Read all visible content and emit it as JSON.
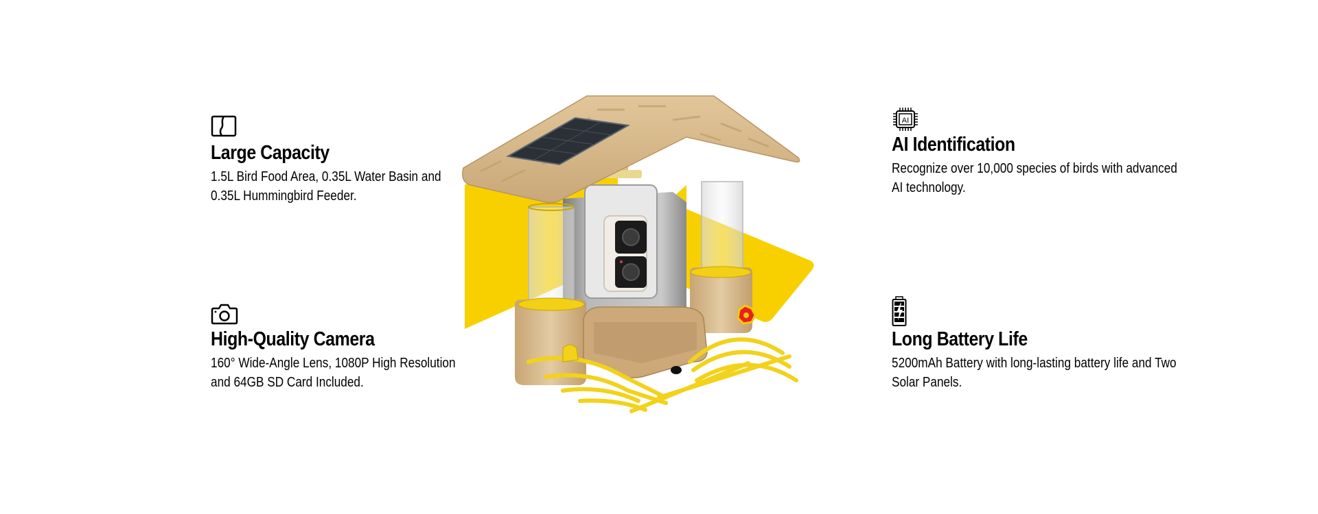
{
  "features": [
    {
      "id": "capacity",
      "icon": "capacity-icon",
      "title": "Large Capacity",
      "description_lines": [
        "1.5L Bird Food Area, 0.35L Water Basin and",
        "0.35L Hummingbird Feeder."
      ]
    },
    {
      "id": "camera",
      "icon": "camera-icon",
      "title": "High-Quality Camera",
      "description_lines": [
        "160° Wide-Angle Lens, 1080P High Resolution",
        "and 64GB SD Card Included."
      ]
    },
    {
      "id": "ai",
      "icon": "ai-chip-icon",
      "icon_text": "AI",
      "title": "AI Identification",
      "description_lines": [
        "Recognize over 10,000 species of birds with advanced",
        "AI technology."
      ]
    },
    {
      "id": "battery",
      "icon": "battery-icon",
      "title": "Long Battery Life",
      "description_lines": [
        "5200mAh Battery with long-lasting battery life and Two",
        "Solar Panels."
      ]
    }
  ],
  "product": {
    "name": "smart-bird-feeder-with-camera",
    "components": [
      "solar-panel-roof",
      "camera-unit",
      "seed-hopper",
      "water-basin",
      "hummingbird-feeder",
      "perch-rails"
    ]
  },
  "colors": {
    "accent_yellow": "#F8D000",
    "wood": "#D9B98A",
    "text": "#000000",
    "background": "#FFFFFF",
    "hummingbird_flower": "#E8221B"
  }
}
